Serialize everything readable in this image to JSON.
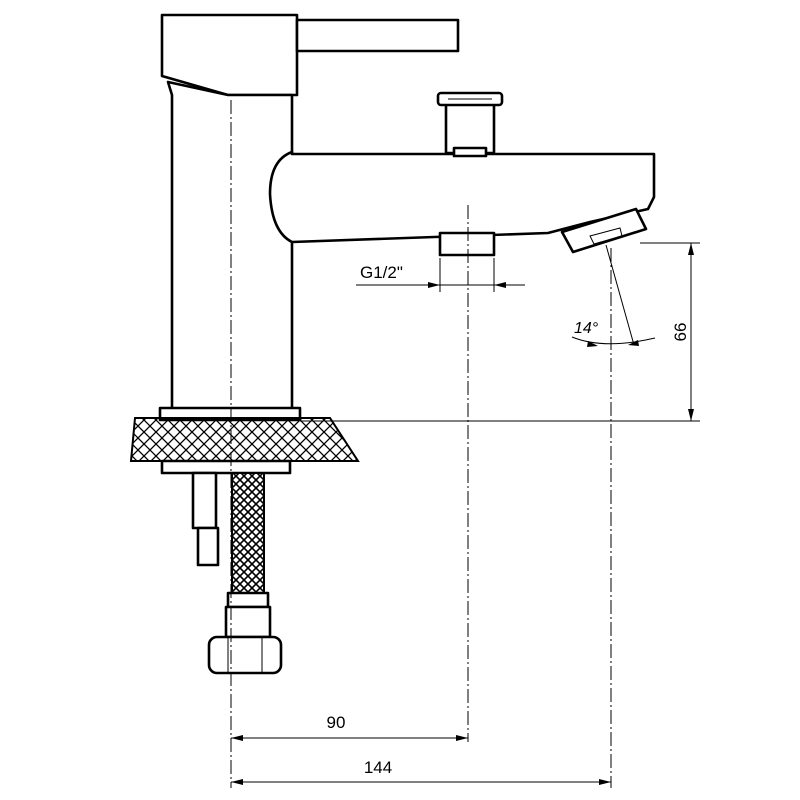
{
  "drawing": {
    "thread_label": "G1/2\"",
    "angle_label": "14°",
    "dim_height": "66",
    "dim_spout_center": "90",
    "dim_spout_outlet": "144"
  }
}
